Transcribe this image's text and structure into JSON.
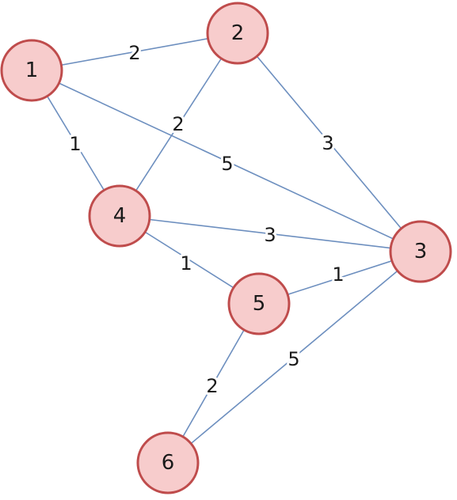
{
  "graph": {
    "colors": {
      "edge": "#6d8fbf",
      "node_fill": "#f7cccc",
      "node_stroke": "#bf4c4c",
      "text": "#1a1a1a"
    },
    "nodes": [
      {
        "id": "1",
        "label": "1"
      },
      {
        "id": "2",
        "label": "2"
      },
      {
        "id": "3",
        "label": "3"
      },
      {
        "id": "4",
        "label": "4"
      },
      {
        "id": "5",
        "label": "5"
      },
      {
        "id": "6",
        "label": "6"
      }
    ],
    "edges": [
      {
        "from": "1",
        "to": "2",
        "weight": "2"
      },
      {
        "from": "1",
        "to": "4",
        "weight": "1"
      },
      {
        "from": "1",
        "to": "3",
        "weight": "5"
      },
      {
        "from": "2",
        "to": "4",
        "weight": "2"
      },
      {
        "from": "2",
        "to": "3",
        "weight": "3"
      },
      {
        "from": "4",
        "to": "3",
        "weight": "3"
      },
      {
        "from": "4",
        "to": "5",
        "weight": "1"
      },
      {
        "from": "5",
        "to": "3",
        "weight": "1"
      },
      {
        "from": "5",
        "to": "6",
        "weight": "2"
      },
      {
        "from": "6",
        "to": "3",
        "weight": "5"
      }
    ]
  }
}
